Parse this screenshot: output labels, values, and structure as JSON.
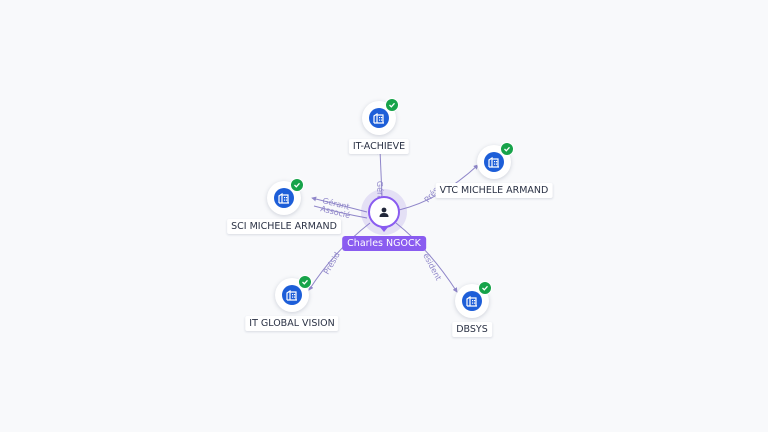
{
  "center": {
    "label": "Charles NGOCK",
    "icon": "person-icon",
    "accent": "#8a5cf0"
  },
  "companies": [
    {
      "id": "it-achieve",
      "label": "IT-ACHIEVE",
      "icon": "building-icon",
      "status": "check-icon"
    },
    {
      "id": "vtc-michele-armand",
      "label": "VTC MICHELE ARMAND",
      "icon": "building-icon",
      "status": "check-icon"
    },
    {
      "id": "sci-michele-armand",
      "label": "SCI MICHELE ARMAND",
      "icon": "building-icon",
      "status": "check-icon"
    },
    {
      "id": "it-global-vision",
      "label": "IT GLOBAL VISION",
      "icon": "building-icon",
      "status": "check-icon"
    },
    {
      "id": "dbsys",
      "label": "DBSYS",
      "icon": "building-icon",
      "status": "check-icon"
    }
  ],
  "edges": [
    {
      "target": "it-achieve",
      "label": "Gérant"
    },
    {
      "target": "vtc-michele-armand",
      "label": "Prés"
    },
    {
      "target": "sci-michele-armand",
      "label": "Gérant"
    },
    {
      "target": "sci-michele-armand",
      "label": "Associé"
    },
    {
      "target": "it-global-vision",
      "label": "Présid"
    },
    {
      "target": "dbsys",
      "label": "ésident"
    }
  ],
  "colors": {
    "company": "#1d5ed8",
    "verified": "#17a34a",
    "edge": "#8f86c9",
    "background": "#f8f9fb"
  }
}
